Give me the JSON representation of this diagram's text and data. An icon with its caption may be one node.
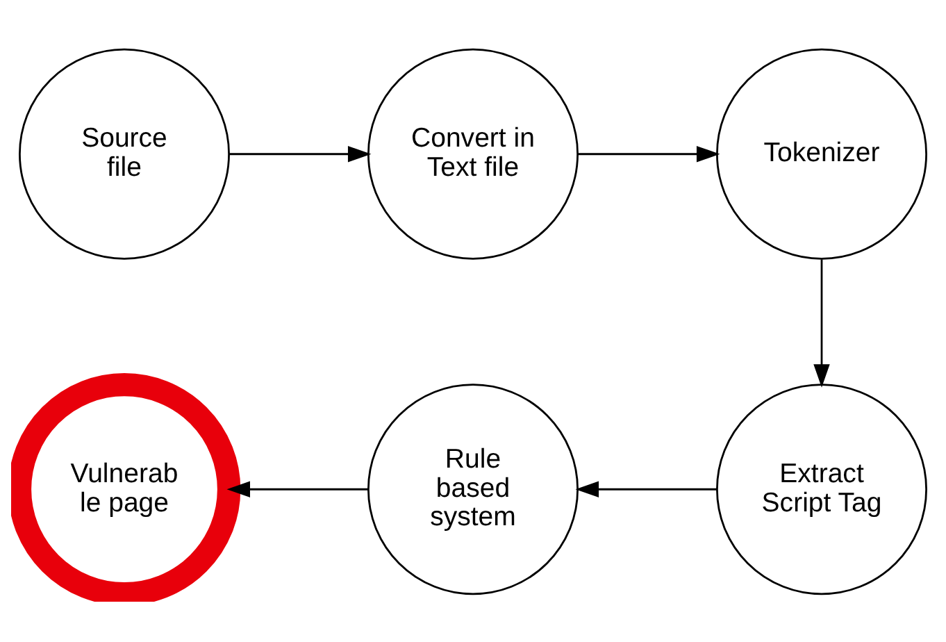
{
  "diagram": {
    "nodes": [
      {
        "text": [
          "Source file"
        ]
      },
      {
        "text": [
          "Convert in Text file"
        ]
      },
      {
        "text": [
          "Tokenizer"
        ]
      },
      {
        "text": [
          "Extract Script Tag"
        ]
      },
      {
        "text": [
          "Rule based system"
        ]
      },
      {
        "text": [
          "Vulnerab le page"
        ]
      }
    ],
    "edges": [
      {
        "from": 0,
        "to": 1,
        "arrow": "to"
      },
      {
        "from": 1,
        "to": 2,
        "arrow": "to"
      },
      {
        "from": 2,
        "to": 3,
        "arrow": "to"
      },
      {
        "from": 3,
        "to": 4,
        "arrow": "to"
      },
      {
        "from": 4,
        "to": 5,
        "arrow": "to"
      }
    ]
  }
}
